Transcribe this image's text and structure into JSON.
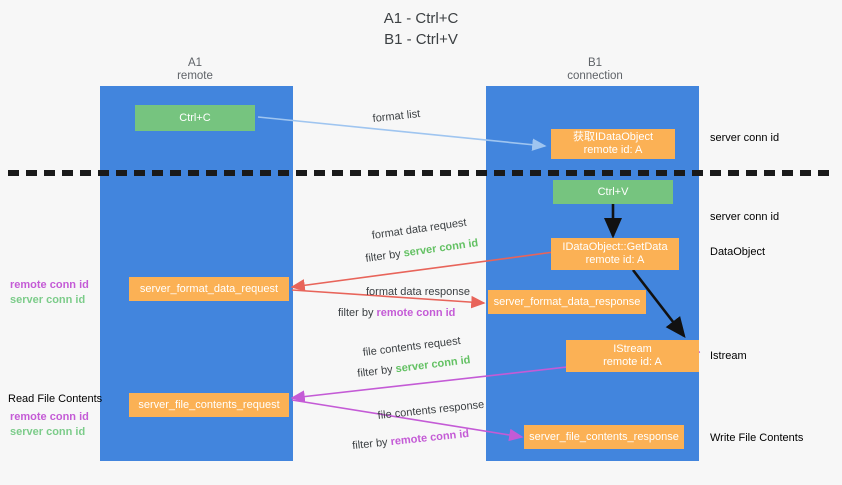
{
  "title": {
    "line1": "A1 - Ctrl+C",
    "line2": "B1 - Ctrl+V"
  },
  "lanes": [
    {
      "id": "a1",
      "name": "A1",
      "sub": "remote"
    },
    {
      "id": "b1",
      "name": "B1",
      "sub": "connection"
    }
  ],
  "boxes": {
    "ctrl_c": {
      "line1": "Ctrl+C",
      "line2": ""
    },
    "idataobject": {
      "line1": "获取IDataObject",
      "line2": "remote id: A"
    },
    "ctrl_v": {
      "line1": "Ctrl+V",
      "line2": ""
    },
    "getdata": {
      "line1": "IDataObject::GetData",
      "line2": "remote id: A"
    },
    "format_data_request": {
      "line1": "server_format_data_request",
      "line2": ""
    },
    "format_data_response": {
      "line1": "server_format_data_response",
      "line2": ""
    },
    "istream": {
      "line1": "IStream",
      "line2": "remote id: A"
    },
    "file_contents_request": {
      "line1": "server_file_contents_request",
      "line2": ""
    },
    "file_contents_response": {
      "line1": "server_file_contents_response",
      "line2": ""
    }
  },
  "arrow_labels": {
    "format_list": "format list",
    "format_data_request": "format data request",
    "format_data_response": "format data response",
    "file_contents_request": "file contents request",
    "file_contents_response": "file contents response",
    "filter_by": "filter by",
    "server_conn_id": "server conn id",
    "remote_conn_id": "remote conn id"
  },
  "side_labels": {
    "left_mid": {
      "purple": "remote conn id",
      "green": "server conn id"
    },
    "left_bottom_title": "Read File Contents",
    "left_bottom": {
      "purple": "remote conn id",
      "green": "server conn id"
    },
    "right_top": "server conn id",
    "right_second": "server conn id",
    "right_dataobject": "DataObject",
    "right_istream": "Istream",
    "right_write": "Write File Contents"
  },
  "colors": {
    "lane": "#4285dd",
    "green_box": "#76c47f",
    "orange_box": "#fbb155",
    "arrow_blue": "#9fc5f0",
    "arrow_red": "#e8645a",
    "arrow_purple": "#c45bd6",
    "arrow_black": "#000000",
    "divider": "#1a1a1a",
    "green_text": "#63c163",
    "purple_text": "#c45bd6",
    "background": "#f7f7f7"
  }
}
